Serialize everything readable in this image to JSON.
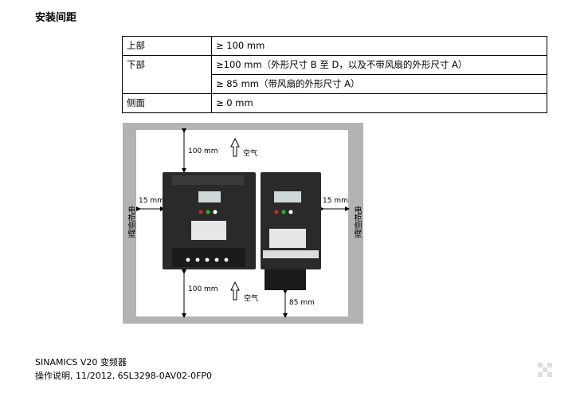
{
  "section_title": "安装间距",
  "table": {
    "rows": [
      {
        "label": "上部",
        "lines": [
          "≥ 100 mm"
        ]
      },
      {
        "label": "下部",
        "lines": [
          "≥100 mm（外形尺寸 B 至 D，以及不带风扇的外形尺寸 A）",
          "≥ 85 mm（带风扇的外形尺寸 A）"
        ]
      },
      {
        "label": "侧面",
        "lines": [
          "≥ 0 mm"
        ]
      }
    ]
  },
  "figure": {
    "top_distance": "100 mm",
    "bottom_distance": "100 mm",
    "bottom_distance_small": "85 mm",
    "side_distance_left": "15 mm",
    "side_distance_right": "15 mm",
    "airflow_label_top": "空气",
    "airflow_label_bottom": "空气",
    "wall_label_left": "电柜侧壁",
    "wall_label_right": "电柜侧壁",
    "colors": {
      "frame": "#b3b3b3",
      "device": "#2a2a2a",
      "screen": "#cfd8d8"
    }
  },
  "footer": {
    "line1": "SINAMICS V20 变频器",
    "line2": "操作说明, 11/2012, 6SL3298-0AV02-0FP0"
  }
}
